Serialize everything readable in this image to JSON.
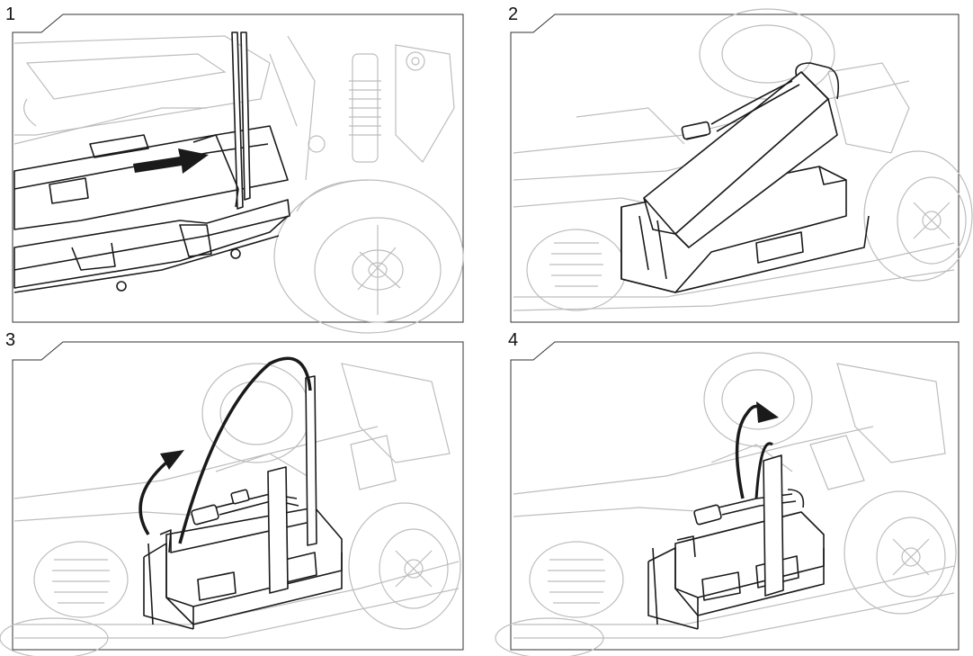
{
  "steps": [
    {
      "number": "1",
      "arrow": "push-right"
    },
    {
      "number": "2",
      "arrow": "none"
    },
    {
      "number": "3",
      "arrow": "strap-over"
    },
    {
      "number": "4",
      "arrow": "strap-loop"
    }
  ],
  "colors": {
    "line": "#1a1a1a",
    "ghost": "#bdbdbd",
    "frame": "#333333"
  }
}
